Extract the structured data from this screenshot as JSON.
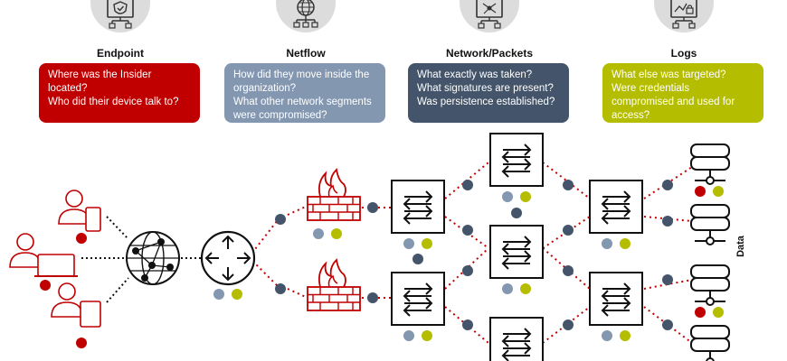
{
  "colors": {
    "red": "#c00000",
    "slate": "#8497b0",
    "navy": "#44546a",
    "lime": "#b5bd00",
    "dot_dark": "#44546a",
    "dot_grey": "#8497b0",
    "dot_red": "#c00000",
    "dot_lime": "#b5bd00"
  },
  "categories": [
    {
      "title": "Endpoint",
      "icon": "shield-monitor-icon",
      "color": "#c00000",
      "questions": [
        "Where was the Insider located?",
        "Who did their device talk to?"
      ]
    },
    {
      "title": "Netflow",
      "icon": "globe-network-icon",
      "color": "#8497b0",
      "questions": [
        "How did they move inside the organization?",
        "What other network segments were compromised?"
      ]
    },
    {
      "title": "Network/Packets",
      "icon": "network-monitor-icon",
      "color": "#44546a",
      "questions": [
        "What exactly was taken?",
        "What signatures are present?",
        "Was persistence established?"
      ]
    },
    {
      "title": "Logs",
      "icon": "log-monitor-icon",
      "color": "#b5bd00",
      "questions": [
        "What else was targeted?",
        "Were credentials compromised and used for access?"
      ]
    }
  ],
  "diagram": {
    "data_label": "Data",
    "nodes": [
      "users-laptop-phone-tablet",
      "internet-globe",
      "router",
      "firewall-top",
      "firewall-bottom",
      "switches",
      "databases"
    ]
  }
}
